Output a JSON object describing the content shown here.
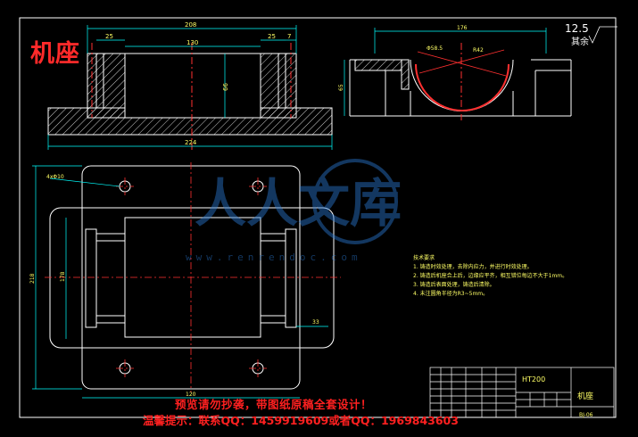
{
  "title": "机座",
  "roughness": {
    "value": "12.5",
    "suffix": "其余"
  },
  "dimensions": {
    "overall_width_top": "208",
    "left_offset": "25",
    "inner_width": "130",
    "right_step": "25",
    "right_small": "7",
    "height_side": "66",
    "base_width": "224",
    "side_width": "176",
    "radius_a": "Φ58.5",
    "radius_b": "R42",
    "side_height": "65",
    "plan_hole_label": "4xΦ10",
    "plan_height": "218",
    "plan_inner_height": "178",
    "plan_side_offset": "33",
    "plan_bottom": "120"
  },
  "notes": {
    "heading": "技术要求",
    "items": [
      "1. 铸造时效处理，去除内应力，并进行时效处理。",
      "2. 铸造后机座合上后，边缘应平齐，相互错位每边不大于1mm。",
      "3. 铸造后表面处理，铸造后清除。",
      "4. 未注圆角半径为R3~5mm。"
    ]
  },
  "title_block": {
    "material": "HT200",
    "part_name": "机座",
    "drawing_code": "BJ-06"
  },
  "watermark": {
    "brand": "人人文库",
    "url": "www.renrendoc.com"
  },
  "footer": {
    "line1": "预览请勿抄袭，带图纸原稿全套设计！",
    "line2": "温馨提示：联系QQ：1459919609或者QQ：1969843603"
  }
}
